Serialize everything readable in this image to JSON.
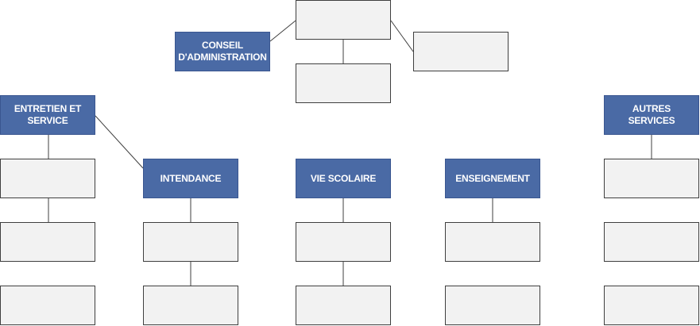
{
  "diagram": {
    "colors": {
      "label_box_fill": "#4a6aa5",
      "label_text": "#ffffff",
      "empty_box_fill": "#f2f2f2",
      "box_border": "#3f3f3f",
      "connector": "#3f3f3f"
    },
    "labels": {
      "conseil": "CONSEIL\nD'ADMINISTRATION",
      "entretien": "ENTRETIEN ET\nSERVICE",
      "intendance": "INTENDANCE",
      "vie_scolaire": "VIE SCOLAIRE",
      "enseignement": "ENSEIGNEMENT",
      "autres_services": "AUTRES SERVICES"
    }
  }
}
